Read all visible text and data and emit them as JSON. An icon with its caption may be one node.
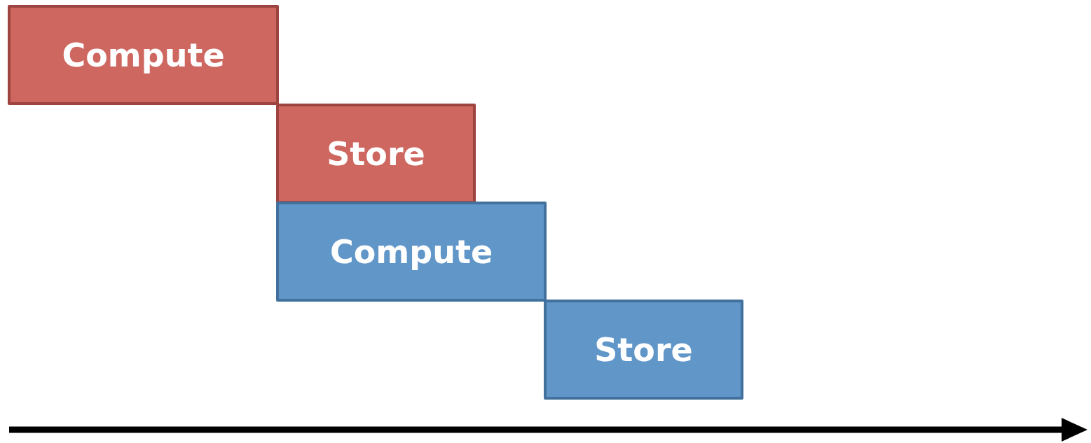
{
  "diagram": {
    "nodes": [
      {
        "text": [
          "Compute"
        ]
      },
      {
        "text": [
          "Store"
        ]
      },
      {
        "text": [
          "Compute"
        ]
      },
      {
        "text": [
          "Store"
        ]
      }
    ]
  }
}
